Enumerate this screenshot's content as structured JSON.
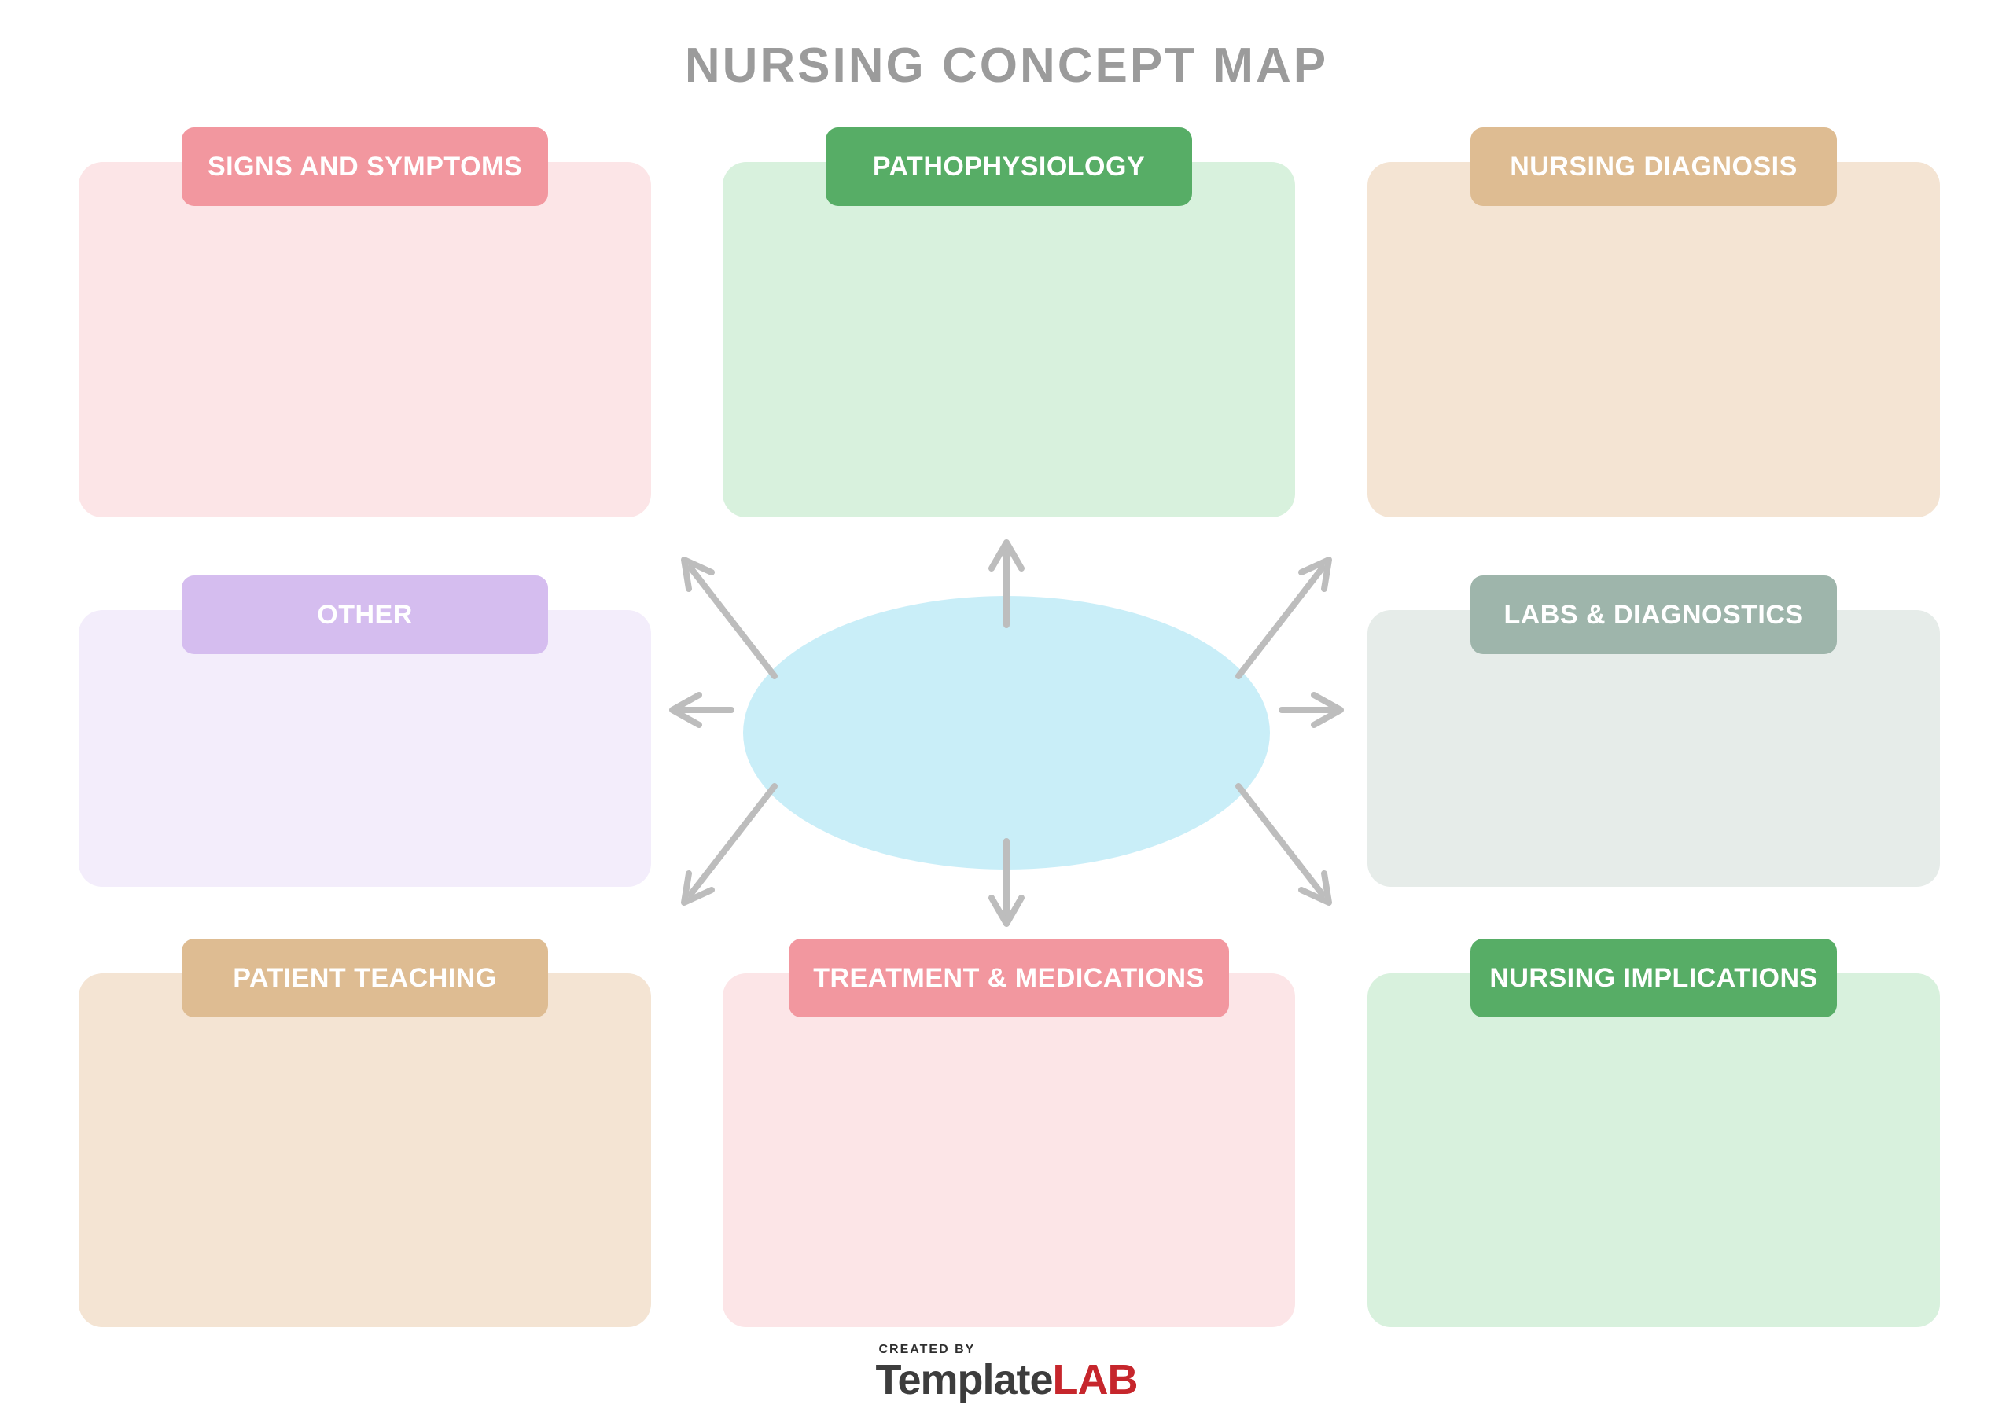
{
  "title": "NURSING CONCEPT MAP",
  "colors": {
    "background": "#ffffff",
    "title_text": "#9b9b9b",
    "arrow": "#bdbdbd",
    "center_ellipse": "#c9eef8",
    "header_text": "#ffffff"
  },
  "center_topic": {
    "shape": "ellipse",
    "fill": "#c9eef8"
  },
  "icons": {
    "arrows": [
      "arrow-up",
      "arrow-up-left",
      "arrow-up-right",
      "arrow-left",
      "arrow-right",
      "arrow-down-left",
      "arrow-down",
      "arrow-down-right"
    ]
  },
  "boxes": [
    {
      "id": "signs-and-symptoms",
      "label": "SIGNS AND SYMPTOMS",
      "header_color": "#f2979f",
      "body_color": "#fce5e7"
    },
    {
      "id": "pathophysiology",
      "label": "PATHOPHYSIOLOGY",
      "header_color": "#57ad66",
      "body_color": "#d8f1dd"
    },
    {
      "id": "nursing-diagnosis",
      "label": "NURSING DIAGNOSIS",
      "header_color": "#debc92",
      "body_color": "#f4e4d3"
    },
    {
      "id": "other",
      "label": "OTHER",
      "header_color": "#d5bdef",
      "body_color": "#f3edfb"
    },
    {
      "id": "labs-and-diagnostics",
      "label": "LABS & DIAGNOSTICS",
      "header_color": "#9eb5ab",
      "body_color": "#e6ece9"
    },
    {
      "id": "patient-teaching",
      "label": "PATIENT TEACHING",
      "header_color": "#debc92",
      "body_color": "#f4e4d3"
    },
    {
      "id": "treatment-and-medications",
      "label": "TREATMENT & MEDICATIONS",
      "header_color": "#f2979f",
      "body_color": "#fce5e7"
    },
    {
      "id": "nursing-implications",
      "label": "NURSING IMPLICATIONS",
      "header_color": "#57ad66",
      "body_color": "#d8f1dd"
    }
  ],
  "footer": {
    "created_by": "CREATED BY",
    "brand_primary": "Template",
    "brand_accent": "LAB",
    "created_by_color": "#2e2e2e",
    "brand_primary_color": "#3d3d3d",
    "brand_accent_color": "#c6262c"
  }
}
